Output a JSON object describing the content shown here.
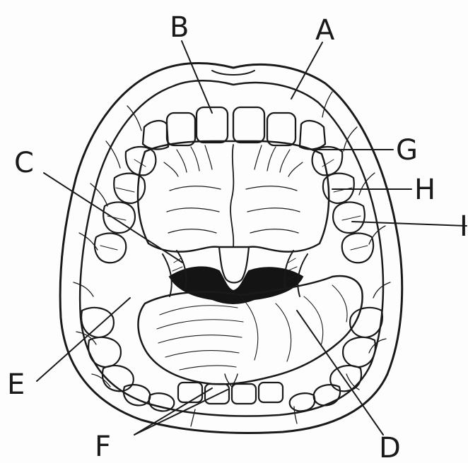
{
  "diagram": {
    "labels": {
      "A": "A",
      "B": "B",
      "C": "C",
      "D": "D",
      "E": "E",
      "F": "F",
      "G": "G",
      "H": "H",
      "I": "I"
    },
    "colors": {
      "ink": "#1a1a1a",
      "paper": "#fdfdfd",
      "throat": "#141414"
    }
  }
}
